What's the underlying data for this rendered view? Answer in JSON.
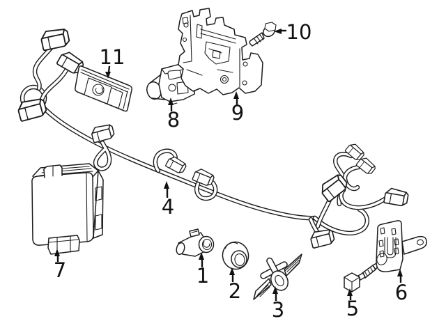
{
  "diagram": {
    "background_color": "#ffffff",
    "line_color": "#1c1c1c",
    "label_color": "#111111",
    "callouts": [
      {
        "label": "1",
        "depicts": "parking-distance-sensor"
      },
      {
        "label": "2",
        "depicts": "sensor-mounting-grommet"
      },
      {
        "label": "3",
        "depicts": "winged-emblem-badge"
      },
      {
        "label": "4",
        "depicts": "bumper-wiring-harness"
      },
      {
        "label": "5",
        "depicts": "small-stud-screw"
      },
      {
        "label": "6",
        "depicts": "side-mounting-bracket"
      },
      {
        "label": "7",
        "depicts": "control-module"
      },
      {
        "label": "8",
        "depicts": "camera-sensor-unit"
      },
      {
        "label": "9",
        "depicts": "center-mounting-bracket"
      },
      {
        "label": "10",
        "depicts": "hex-flange-screw"
      },
      {
        "label": "11",
        "depicts": "lamp-plate-housing"
      }
    ]
  }
}
